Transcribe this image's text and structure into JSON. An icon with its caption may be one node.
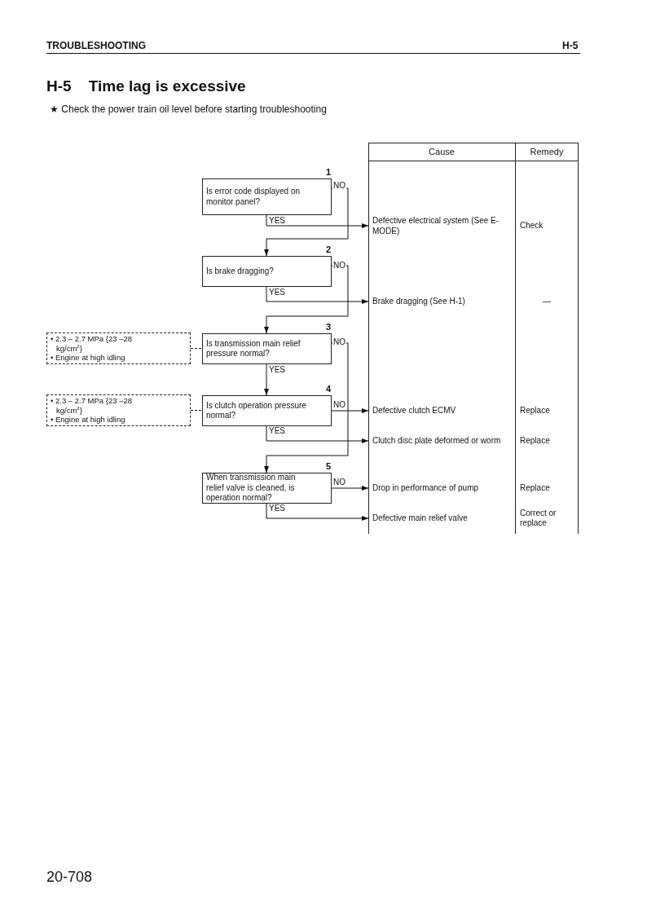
{
  "diagram": {
    "title": "H-5    Time lag is excessive",
    "nodes": [
      {
        "text": [
          "1",
          "Is error code displayed on monitor panel?"
        ]
      },
      {
        "text": [
          "2",
          "Is brake dragging?"
        ]
      },
      {
        "text": [
          "3",
          "Is transmission main relief pressure normal?"
        ]
      },
      {
        "text": [
          "4",
          "Is clutch operation pressure normal?"
        ]
      },
      {
        "text": [
          "5",
          "When transmission main relief valve is cleaned, is operation normal?"
        ]
      },
      {
        "text": [
          "• 2.3 – 2.7 MPa {23 –28 kg/cm$^{2}$}",
          "• Engine at high idling"
        ]
      },
      {
        "text": [
          "• 2.3 – 2.7 MPa {23 –28 kg/cm$^{2}$}",
          "• Engine at high idling"
        ]
      },
      {
        "text": [
          "Defective electrical system (See E-MODE)"
        ]
      },
      {
        "text": [
          "Brake dragging (See H-1)"
        ]
      },
      {
        "text": [
          "Defective clutch ECMV"
        ]
      },
      {
        "text": [
          "Clutch disc plate deformed or worm"
        ]
      },
      {
        "text": [
          "Drop in performance of pump"
        ]
      },
      {
        "text": [
          "Defective main relief valve"
        ]
      }
    ],
    "edges": [
      {
        "from": 0,
        "to": 7,
        "arrow": "to",
        "label": "YES"
      },
      {
        "from": 0,
        "to": 1,
        "arrow": "to",
        "label": "NO"
      },
      {
        "from": 1,
        "to": 8,
        "arrow": "to",
        "label": "YES"
      },
      {
        "from": 1,
        "to": 2,
        "arrow": "to",
        "label": "NO"
      },
      {
        "from": 2,
        "to": 3,
        "arrow": "to",
        "label": "YES"
      },
      {
        "from": 2,
        "to": 4,
        "arrow": "to",
        "label": "NO"
      },
      {
        "from": 3,
        "to": 9,
        "arrow": "to",
        "label": "NO"
      },
      {
        "from": 3,
        "to": 10,
        "arrow": "to",
        "label": "YES"
      },
      {
        "from": 4,
        "to": 11,
        "arrow": "to",
        "label": "NO"
      },
      {
        "from": 4,
        "to": 12,
        "arrow": "to",
        "label": "YES"
      },
      {
        "from": 5,
        "to": 2,
        "arrow": "none",
        "style": "dashed"
      },
      {
        "from": 6,
        "to": 3,
        "arrow": "none",
        "style": "dashed"
      }
    ],
    "labels": [
      "TROUBLESHOOTING",
      "H-5",
      "★  Check the power train oil level before starting troubleshooting",
      "Cause",
      "Remedy",
      "Check",
      "—",
      "Replace",
      "Replace",
      "Replace",
      "Correct or replace",
      "20-708"
    ]
  }
}
